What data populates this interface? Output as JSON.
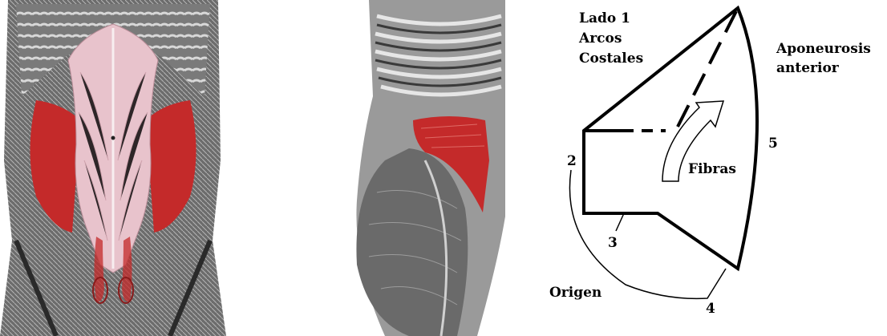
{
  "colors": {
    "muscle_red": "#c42a2a",
    "muscle_red_light": "#d9554f",
    "aponeurosis_pink": "#e8c3cc",
    "muscle_grey": "#8a8a8a",
    "muscle_dark": "#3a3a3a",
    "line": "#000000"
  },
  "illustrations": {
    "front": {
      "icon": "anterior-abdominal-wall-illustration"
    },
    "side": {
      "icon": "lateral-trunk-hip-illustration"
    }
  },
  "diagram": {
    "side1_label": [
      "Lado 1",
      "Arcos",
      "Costales"
    ],
    "aponeurosis_label": [
      "Aponeurosis",
      "anterior"
    ],
    "fibers_label": "Fibras",
    "origin_label": "Origen",
    "side_numbers": {
      "two": "2",
      "three": "3",
      "four": "4",
      "five": "5"
    }
  }
}
